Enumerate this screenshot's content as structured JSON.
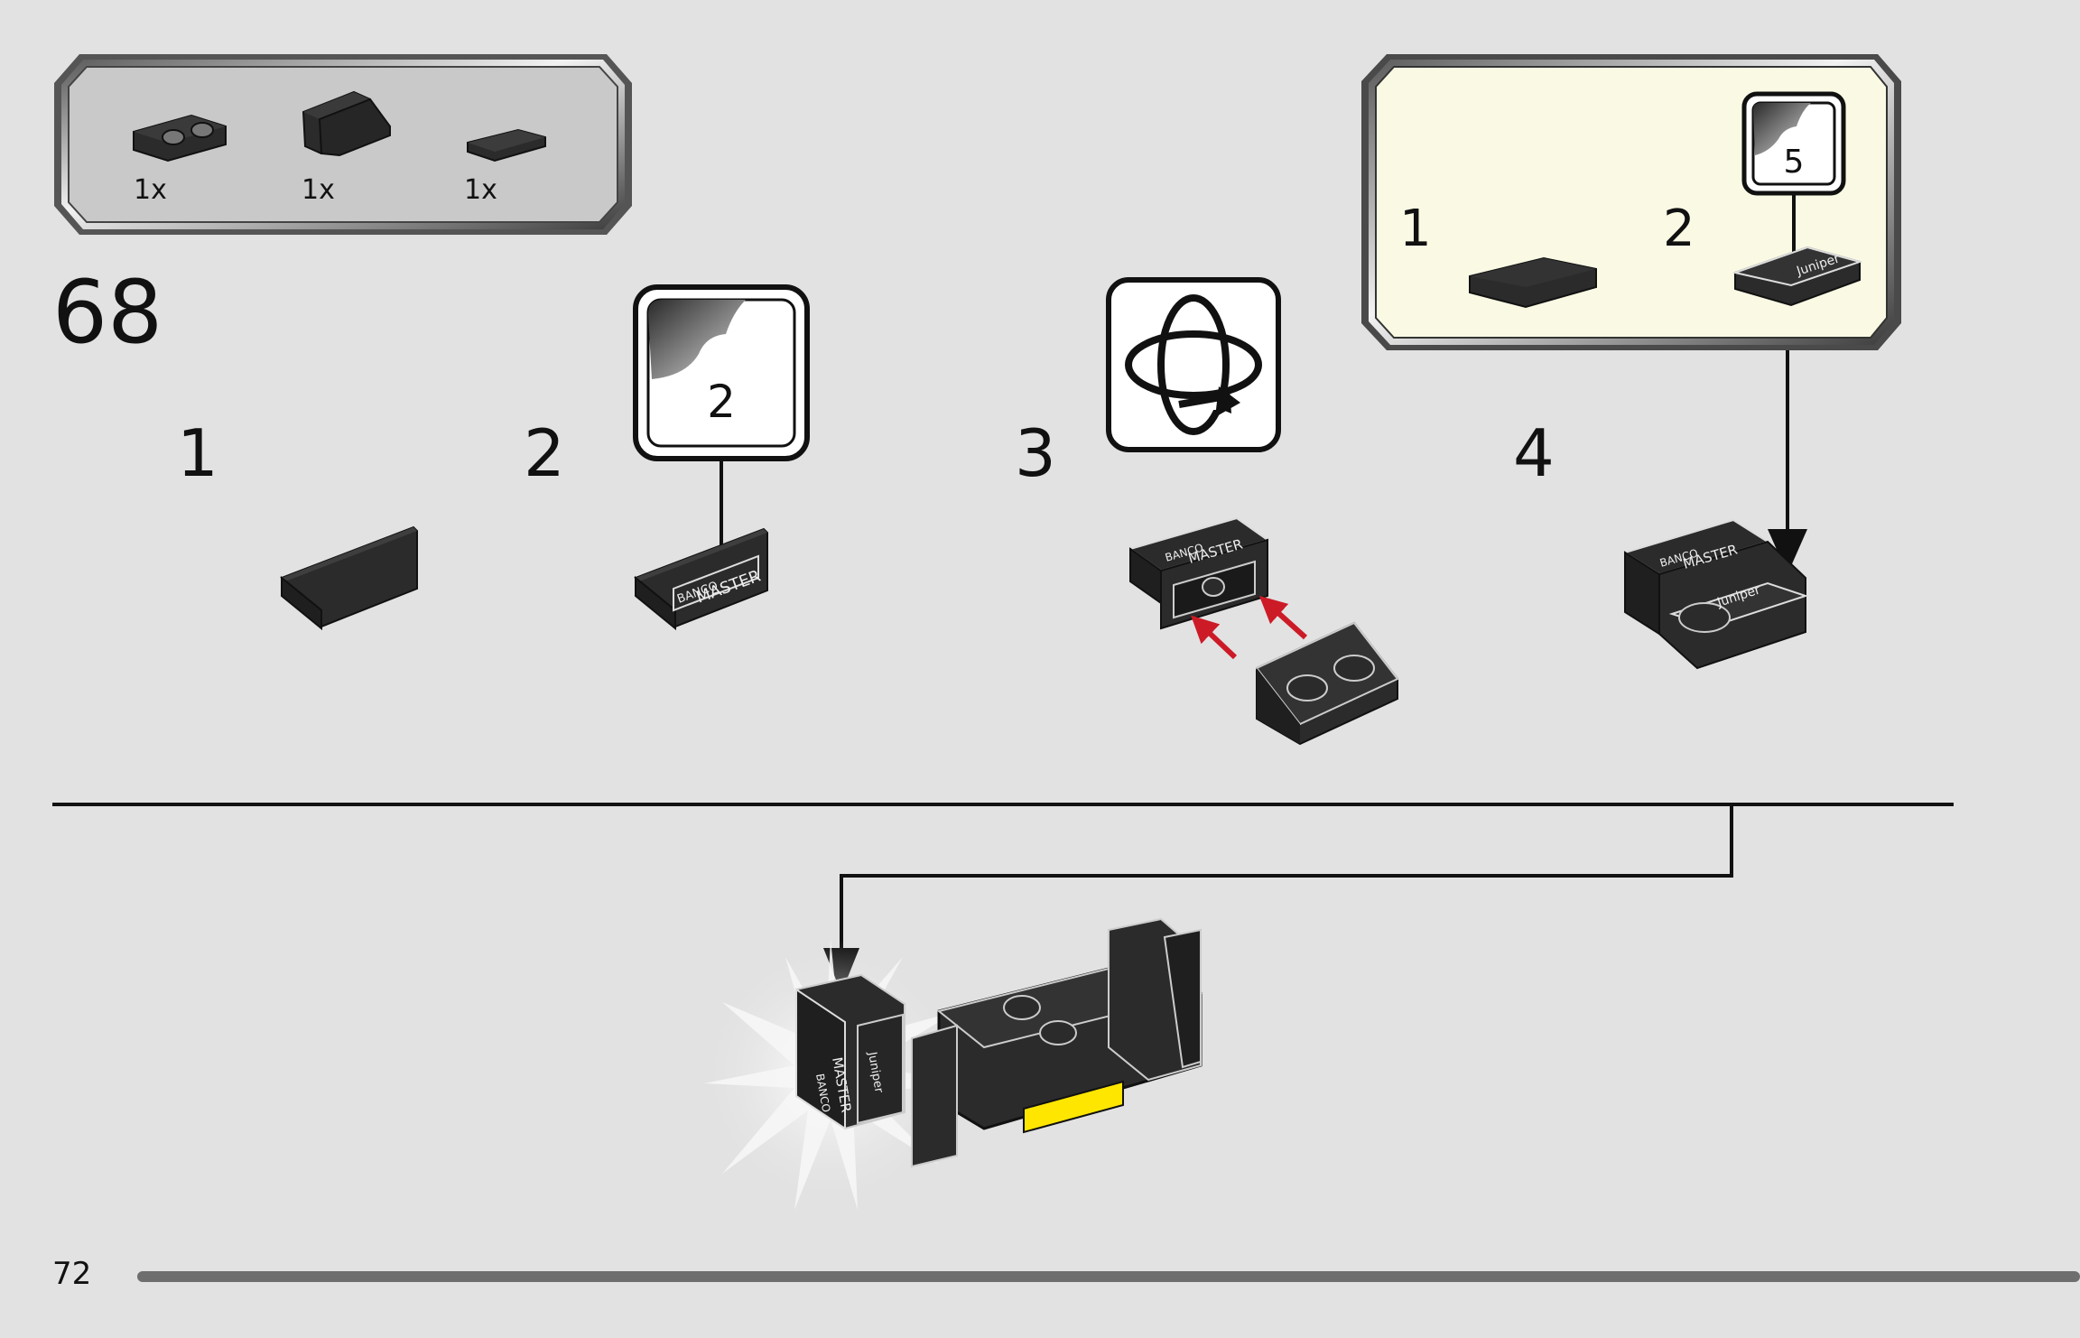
{
  "parts_list": {
    "items": [
      {
        "name": "bracket-plate-with-studs",
        "qty": "1x"
      },
      {
        "name": "panel-1x2",
        "qty": "1x"
      },
      {
        "name": "wedge-tile",
        "qty": "1x"
      }
    ]
  },
  "step": {
    "number": "68",
    "sub_steps": [
      {
        "label": "1"
      },
      {
        "label": "2",
        "sticker": "2"
      },
      {
        "label": "3",
        "icon": "rotate-model-icon"
      },
      {
        "label": "4"
      }
    ]
  },
  "callout": {
    "sub_steps": [
      {
        "label": "1"
      },
      {
        "label": "2",
        "sticker": "5"
      }
    ]
  },
  "decals": {
    "brand_top": "BANCO",
    "brand_main": "MASTER",
    "juniper": "Juniper"
  },
  "page": {
    "number": "72"
  },
  "colors": {
    "background": "#e2e2e2",
    "callout_background": "#fafae4",
    "brick": "#2b2b2b",
    "arrow": "#111111",
    "red_arrow": "#cc1b27",
    "highlight_yellow": "#ffe600",
    "progress_bar": "#6e6e6e"
  }
}
